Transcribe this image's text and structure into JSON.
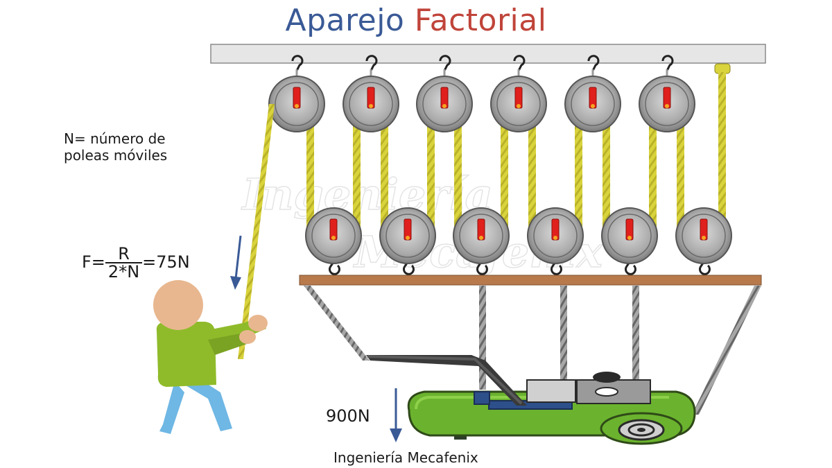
{
  "title": {
    "word1": "Aparejo",
    "word2": "Factorial",
    "color1": "#3a5a96",
    "color2": "#c0443a"
  },
  "legend": {
    "line1": "N= número de",
    "line2": "poleas móviles"
  },
  "formula": {
    "lhs": "F=",
    "numerator": "R",
    "denominator": "2*N",
    "result": "=75N"
  },
  "load": {
    "value": "900N"
  },
  "watermark": {
    "line1": "Ingeniería",
    "line2": "Mecafenix"
  },
  "credit": "Ingeniería Mecafenix",
  "colors": {
    "rope": "#d7d23b",
    "pulley": "#8c8c8c",
    "axle": "#e0201c",
    "beam": "#b87a4b",
    "compressor": "#6bb32e",
    "person_shirt": "#8fbb2a",
    "person_pants": "#6fb7e4",
    "arrow": "#3a5a96"
  },
  "icons": [
    "fixed-pulley-icon",
    "movable-pulley-icon",
    "hook-icon",
    "person-icon",
    "compressor-icon",
    "down-arrow-icon"
  ],
  "counts": {
    "fixed_pulleys": 6,
    "movable_pulleys": 6
  }
}
